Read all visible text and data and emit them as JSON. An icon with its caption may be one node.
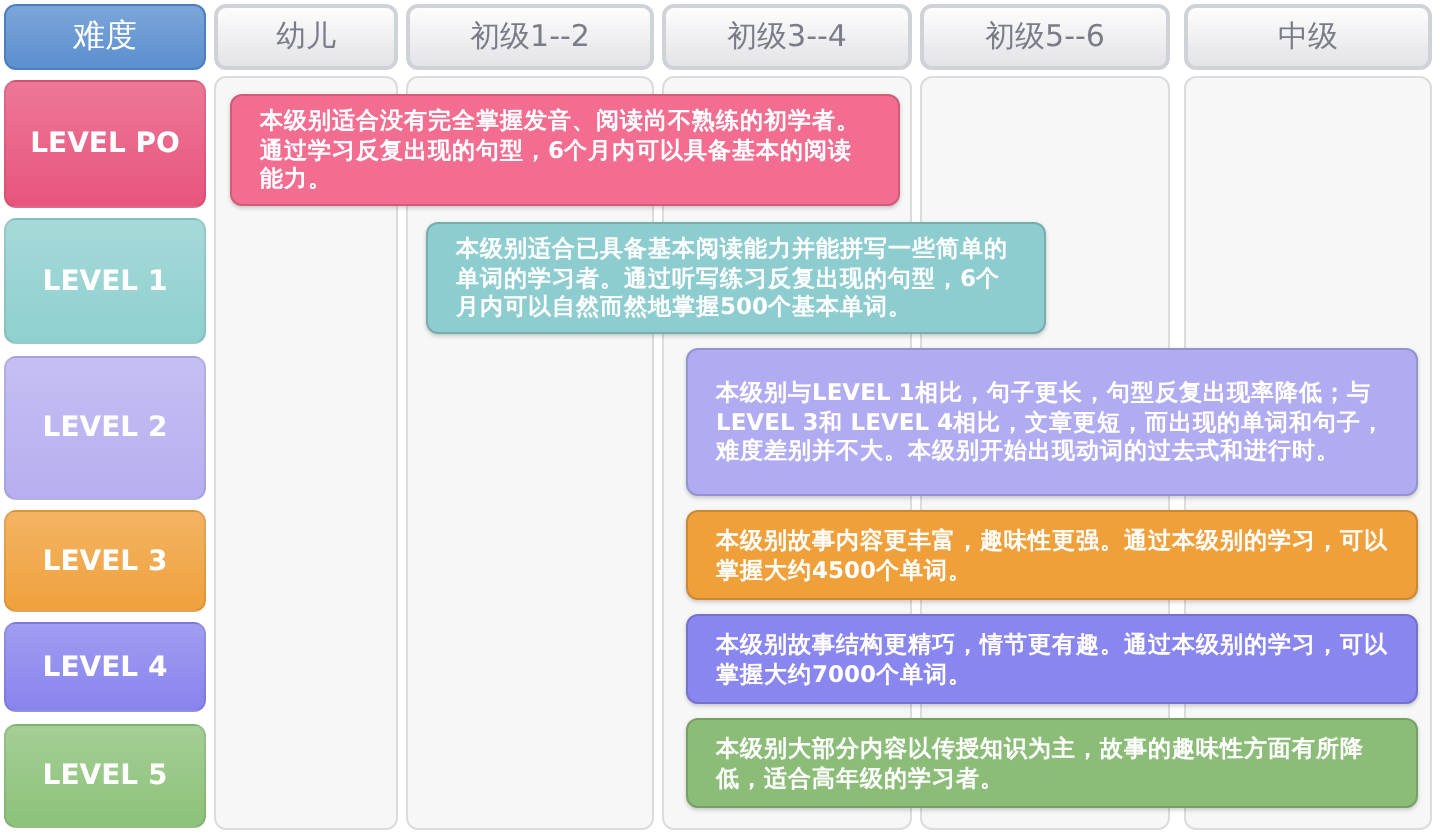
{
  "diagram": {
    "nodes": [
      {
        "text": [
          "难度"
        ]
      },
      {
        "text": [
          "幼儿"
        ]
      },
      {
        "text": [
          "初级1--2"
        ]
      },
      {
        "text": [
          "初级3--4"
        ]
      },
      {
        "text": [
          "初级5--6"
        ]
      },
      {
        "text": [
          "中级"
        ]
      },
      {
        "text": [
          "LEVEL PO"
        ]
      },
      {
        "text": [
          "LEVEL 1"
        ]
      },
      {
        "text": [
          "LEVEL 2"
        ]
      },
      {
        "text": [
          "LEVEL 3"
        ]
      },
      {
        "text": [
          "LEVEL 4"
        ]
      },
      {
        "text": [
          "LEVEL 5"
        ]
      },
      {
        "text": [
          "本级别适合没有完全掌握发音、阅读尚不熟练的初学者。通过学习反复出现的句型，6个月内可以具备基本的阅读能力。"
        ]
      },
      {
        "text": [
          "本级别适合已具备基本阅读能力并能拼写一些简单的单词的学习者。通过听写练习反复出现的句型，6个月内可以自然而然地掌握500个基本单词。"
        ]
      },
      {
        "text": [
          "本级别与LEVEL 1相比，句子更长，句型反复出现率降低；与 LEVEL 3和 LEVEL 4相比，文章更短，而出现的单词和句子，难度差别并不大。本级别开始出现动词的过去式和进行时。"
        ]
      },
      {
        "text": [
          "本级别故事内容更丰富，趣味性更强。通过本级别的学习，可以掌握大约4500个单词。"
        ]
      },
      {
        "text": [
          "本级别故事结构更精巧，情节更有趣。通过本级别的学习，可以掌握大约7000个单词。"
        ]
      },
      {
        "text": [
          "本级别大部分内容以传授知识为主，故事的趣味性方面有所降低，适合高年级的学习者。"
        ]
      }
    ]
  }
}
